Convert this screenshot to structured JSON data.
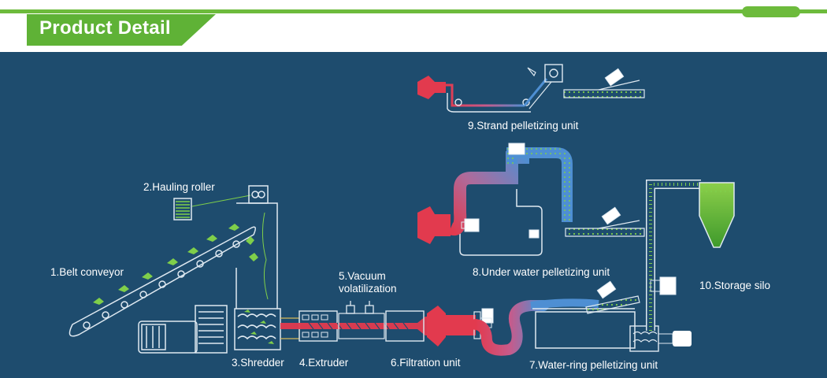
{
  "header": {
    "title": "Product Detail"
  },
  "labels": {
    "belt_conveyor": "1.Belt conveyor",
    "hauling_roller": "2.Hauling roller",
    "shredder": "3.Shredder",
    "extruder": "4.Extruder",
    "vacuum_line1": "5.Vacuum",
    "vacuum_line2": "volatilization",
    "filtration": "6.Filtration unit",
    "water_ring": "7.Water-ring pelletizing unit",
    "under_water": "8.Under water pelletizing unit",
    "strand": "9.Strand pelletizing unit",
    "storage_silo": "10.Storage silo"
  },
  "colors": {
    "background": "#1e4c6e",
    "accent_green": "#6dbb3c",
    "melt_red": "#e23a4e",
    "water_blue": "#4e8fd3",
    "line_white": "#dfe9f1"
  }
}
